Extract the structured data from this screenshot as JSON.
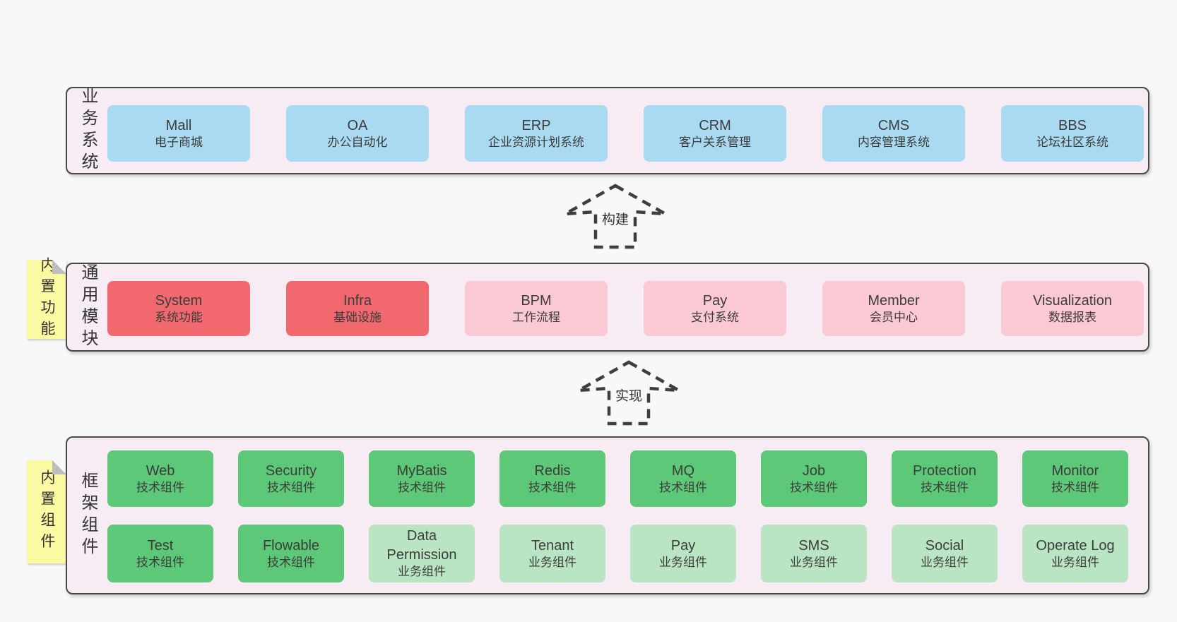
{
  "colors": {
    "page_bg": "#f8f8f8",
    "panel_bg": "#f7ebf4",
    "panel_border": "#484848",
    "blue": "#a9daf1",
    "red": "#f1696e",
    "pink": "#fbc9d3",
    "green": "#5cc878",
    "green_light": "#bae5c2",
    "sticky_yellow": "#fbf9a2",
    "fold_gray": "#bdbdbd",
    "text": "#3c3c3c"
  },
  "bands": [
    {
      "id": "business-systems",
      "label": "业务系统",
      "sticky": "",
      "rows": [
        [
          {
            "name": "Mall",
            "desc": "电子商城",
            "variant": "blue"
          },
          {
            "name": "OA",
            "desc": "办公自动化",
            "variant": "blue"
          },
          {
            "name": "ERP",
            "desc": "企业资源计划系统",
            "variant": "blue"
          },
          {
            "name": "CRM",
            "desc": "客户关系管理",
            "variant": "blue"
          },
          {
            "name": "CMS",
            "desc": "内容管理系统",
            "variant": "blue"
          },
          {
            "name": "BBS",
            "desc": "论坛社区系统",
            "variant": "blue"
          }
        ]
      ]
    },
    {
      "id": "common-modules",
      "label": "通用模块",
      "sticky": "内置功能",
      "rows": [
        [
          {
            "name": "System",
            "desc": "系统功能",
            "variant": "red"
          },
          {
            "name": "Infra",
            "desc": "基础设施",
            "variant": "red"
          },
          {
            "name": "BPM",
            "desc": "工作流程",
            "variant": "pink"
          },
          {
            "name": "Pay",
            "desc": "支付系统",
            "variant": "pink"
          },
          {
            "name": "Member",
            "desc": "会员中心",
            "variant": "pink"
          },
          {
            "name": "Visualization",
            "desc": "数据报表",
            "variant": "pink"
          }
        ]
      ]
    },
    {
      "id": "framework-components",
      "label": "框架组件",
      "sticky": "内置组件",
      "rows": [
        [
          {
            "name": "Web",
            "desc": "技术组件",
            "variant": "green"
          },
          {
            "name": "Security",
            "desc": "技术组件",
            "variant": "green"
          },
          {
            "name": "MyBatis",
            "desc": "技术组件",
            "variant": "green"
          },
          {
            "name": "Redis",
            "desc": "技术组件",
            "variant": "green"
          },
          {
            "name": "MQ",
            "desc": "技术组件",
            "variant": "green"
          },
          {
            "name": "Job",
            "desc": "技术组件",
            "variant": "green"
          },
          {
            "name": "Protection",
            "desc": "技术组件",
            "variant": "green"
          },
          {
            "name": "Monitor",
            "desc": "技术组件",
            "variant": "green"
          }
        ],
        [
          {
            "name": "Test",
            "desc": "技术组件",
            "variant": "green"
          },
          {
            "name": "Flowable",
            "desc": "技术组件",
            "variant": "green"
          },
          {
            "name": "Data Permission",
            "desc": "业务组件",
            "variant": "green-light"
          },
          {
            "name": "Tenant",
            "desc": "业务组件",
            "variant": "green-light"
          },
          {
            "name": "Pay",
            "desc": "业务组件",
            "variant": "green-light"
          },
          {
            "name": "SMS",
            "desc": "业务组件",
            "variant": "green-light"
          },
          {
            "name": "Social",
            "desc": "业务组件",
            "variant": "green-light"
          },
          {
            "name": "Operate Log",
            "desc": "业务组件",
            "variant": "green-light"
          }
        ]
      ]
    }
  ],
  "arrows": [
    {
      "id": "build-arrow",
      "label": "构建"
    },
    {
      "id": "implement-arrow",
      "label": "实现"
    }
  ]
}
